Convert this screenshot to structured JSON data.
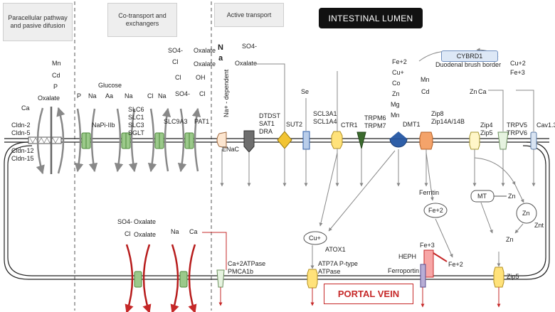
{
  "colors": {
    "membrane": "#222222",
    "green": "#9bc98a",
    "green_dark": "#4f8a3c",
    "red": "#c62828",
    "yellow": "#ffe27a",
    "blue": "#2f5fa8",
    "gray": "#8a8a8a"
  },
  "headers": {
    "paracellular": "Paracellular pathway and pasive difusion",
    "cotransport": "Co-transport and exchangers",
    "active": "Active transport"
  },
  "lumen_label": "INTESTINAL LUMEN",
  "portal_label": "PORTAL VEIN",
  "paracellular": {
    "solutes": [
      "Mn",
      "Cd",
      "P",
      "Oxalate"
    ],
    "ca": "Ca",
    "claudins_top": [
      "Cldn-2",
      "Cldn-5"
    ],
    "claudins_bottom": [
      "Cldn-12",
      "Cldn-15"
    ]
  },
  "cotransport": {
    "glucose": "Glucose",
    "substrates": [
      "P",
      "Na",
      "Aa",
      "Na"
    ],
    "napi": "NaPi-IIb",
    "slc": [
      "SLC6",
      "SLC1",
      "SLC3",
      "SGLT"
    ],
    "slc9a3_top": [
      "Cl",
      "Na"
    ],
    "slc9a3": "SLC9A3",
    "pat1_col1": [
      "SO4-",
      "Cl",
      "Cl",
      "SO4-"
    ],
    "pat1_col2": [
      "Oxalate",
      "Oxalate",
      "OH",
      "Cl"
    ],
    "pat1": "PAT1"
  },
  "active": {
    "na_letters": [
      "N",
      "a"
    ],
    "enac": "ENaC",
    "so4": "SO4-",
    "oxalate": "Oxalate",
    "na_dependent": "Na+ - dependent",
    "dtdst": [
      "DTDST",
      "SAT1",
      "DRA"
    ],
    "sut2": "SUT2",
    "se": "Se",
    "scl3a1": [
      "SCL3A1",
      "SCL1A4"
    ],
    "ctr1": "CTR1",
    "trpm": [
      "TRPM6",
      "TRPM7"
    ],
    "dmt1_ions": [
      "Fe+2",
      "Cu+",
      "Co",
      "Zn",
      "Mg",
      "Mn"
    ],
    "dmt1": "DMT1",
    "cybrd1": "CYBRD1",
    "brush_border": "Duodenal brush border",
    "cu_fe": [
      "Cu+2",
      "Fe+3"
    ],
    "zip8_ions": [
      "Mn",
      "Cd"
    ],
    "zip8": [
      "Zip8",
      "Zip14A/14B"
    ],
    "zn_top": "Zn",
    "zip4": [
      "Zip4",
      "Zip5"
    ],
    "ca_top": "Ca",
    "trpv": [
      "TRPV5",
      "TRPV6"
    ],
    "cav": "Cav1.3"
  },
  "cell": {
    "ferritin": "Ferritin",
    "fe2_inner": "Fe+2",
    "mt": "MT",
    "mt_zn": "Zn",
    "zn_circle": "Zn",
    "znt": "Znt",
    "zn_low": "Zn",
    "cu_circle": "Cu+",
    "atox1": "ATOX1",
    "baso_left_col1": [
      "SO4-",
      "Cl"
    ],
    "baso_left_col2": [
      "Oxalate",
      "Oxalate"
    ],
    "baso_na": "Na",
    "baso_ca": "Ca",
    "ca_atpase": [
      "Ca+2ATPase",
      "PMCA1b"
    ],
    "atp7a": [
      "ATP7A P-type",
      "ATPase"
    ],
    "fe3": "Fe+3",
    "heph": "HEPH",
    "fe2_out": "Fe+2",
    "ferroportin": "Ferroportin",
    "zip5_baso": "Zip5"
  }
}
